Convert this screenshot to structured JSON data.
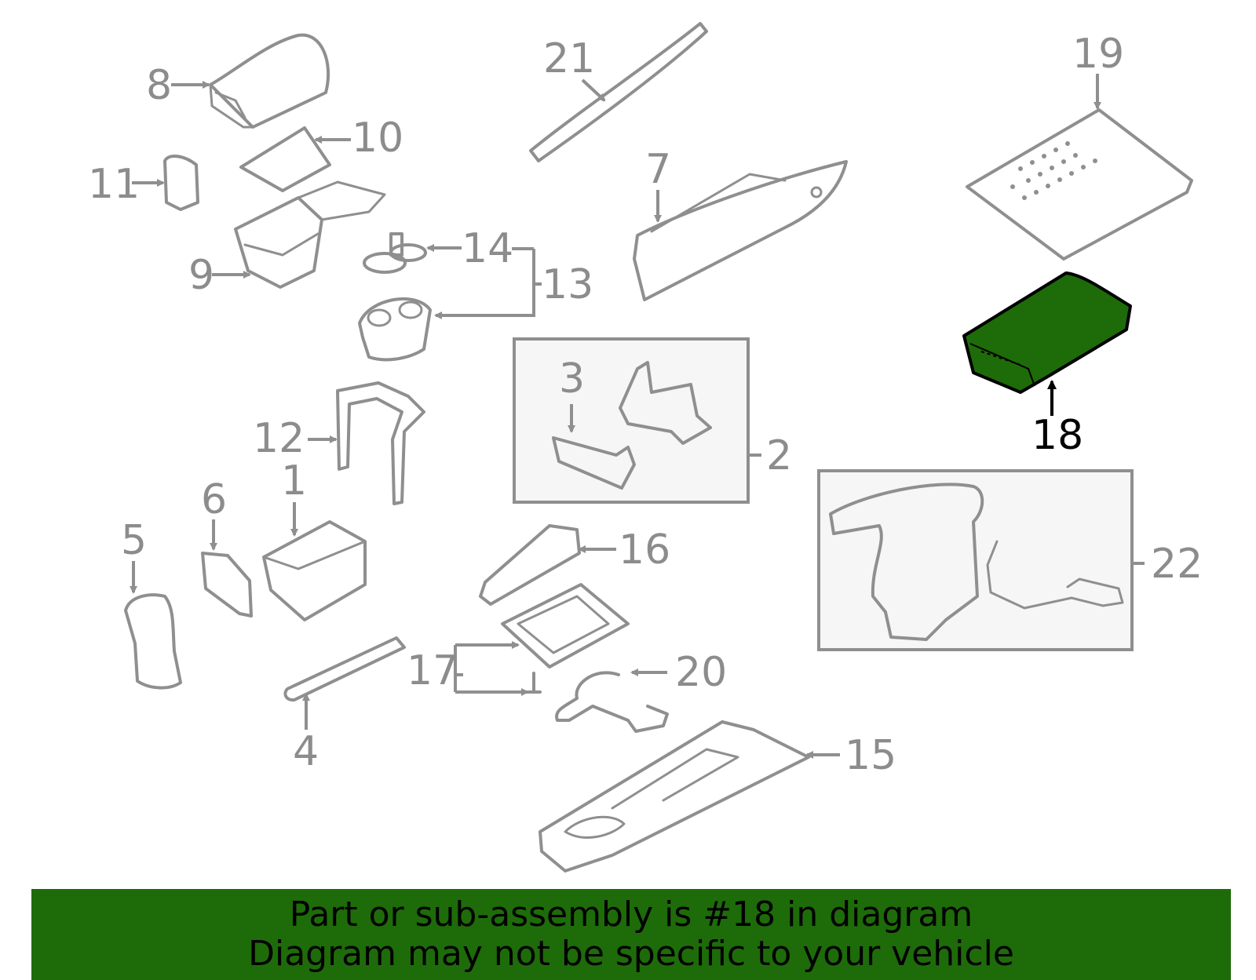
{
  "callouts": {
    "c1": "1",
    "c2": "2",
    "c3": "3",
    "c4": "4",
    "c5": "5",
    "c6": "6",
    "c7": "7",
    "c8": "8",
    "c9": "9",
    "c10": "10",
    "c11": "11",
    "c12": "12",
    "c13": "13",
    "c14": "14",
    "c15": "15",
    "c16": "16",
    "c17": "17",
    "c18": "18",
    "c19": "19",
    "c20": "20",
    "c21": "21",
    "c22": "22"
  },
  "highlighted_part": "18",
  "highlight_color": "#1e6b0a",
  "banner": {
    "line1": "Part or sub-assembly is #18 in diagram",
    "line2": "Diagram may not be specific to your vehicle"
  }
}
